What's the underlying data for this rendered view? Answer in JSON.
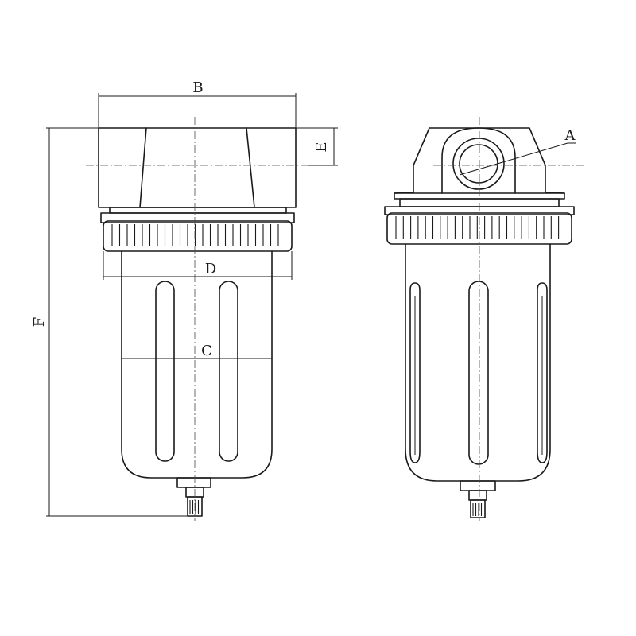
{
  "labels": {
    "a": "A",
    "b": "B",
    "c": "C",
    "d": "D",
    "e": "E",
    "f": "F"
  },
  "colors": {
    "line": "#1a1a1a",
    "background": "#ffffff"
  }
}
